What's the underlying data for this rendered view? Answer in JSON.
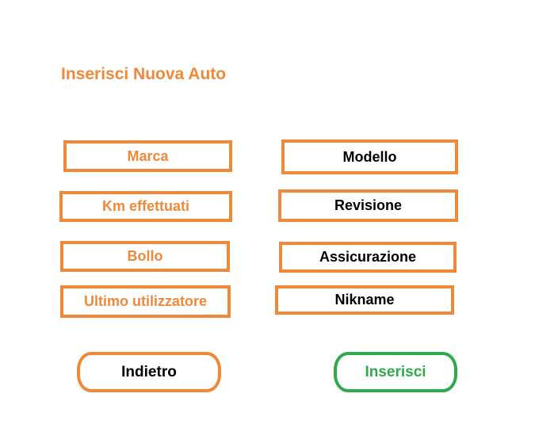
{
  "page": {
    "title": "Inserisci Nuova Auto"
  },
  "fields": {
    "marca": "Marca",
    "modello": "Modello",
    "km": "Km effettuati",
    "revisione": "Revisione",
    "bollo": "Bollo",
    "assicurazione": "Assicurazione",
    "ultimo_utilizzatore": "Ultimo utilizzatore",
    "nikname": "Nikname"
  },
  "buttons": {
    "back_label": "Indietro",
    "insert_label": "Inserisci"
  },
  "colors": {
    "accent": "#F0883A",
    "confirm": "#2EAA4A",
    "text_dark": "#000000"
  }
}
